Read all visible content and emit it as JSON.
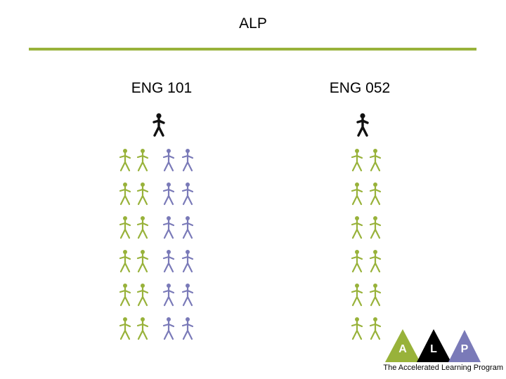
{
  "title": "ALP",
  "colors": {
    "rule": "#98b23a",
    "student_green": "#98b23a",
    "student_purple": "#7a7ab8",
    "teacher": "#111111",
    "logo_a": "#98b23a",
    "logo_l": "#000000",
    "logo_p": "#7a7ab8"
  },
  "columns": [
    {
      "label": "ENG 101",
      "rows": 6,
      "green_per_row": 2,
      "purple_per_row": 2
    },
    {
      "label": "ENG 052",
      "rows": 6,
      "green_per_row": 2,
      "purple_per_row": 0
    }
  ],
  "logo": {
    "letters": [
      "A",
      "L",
      "P"
    ],
    "tagline": "The Accelerated Learning  Program"
  },
  "icons": {
    "person": "person-icon",
    "teacher": "teacher-icon"
  }
}
